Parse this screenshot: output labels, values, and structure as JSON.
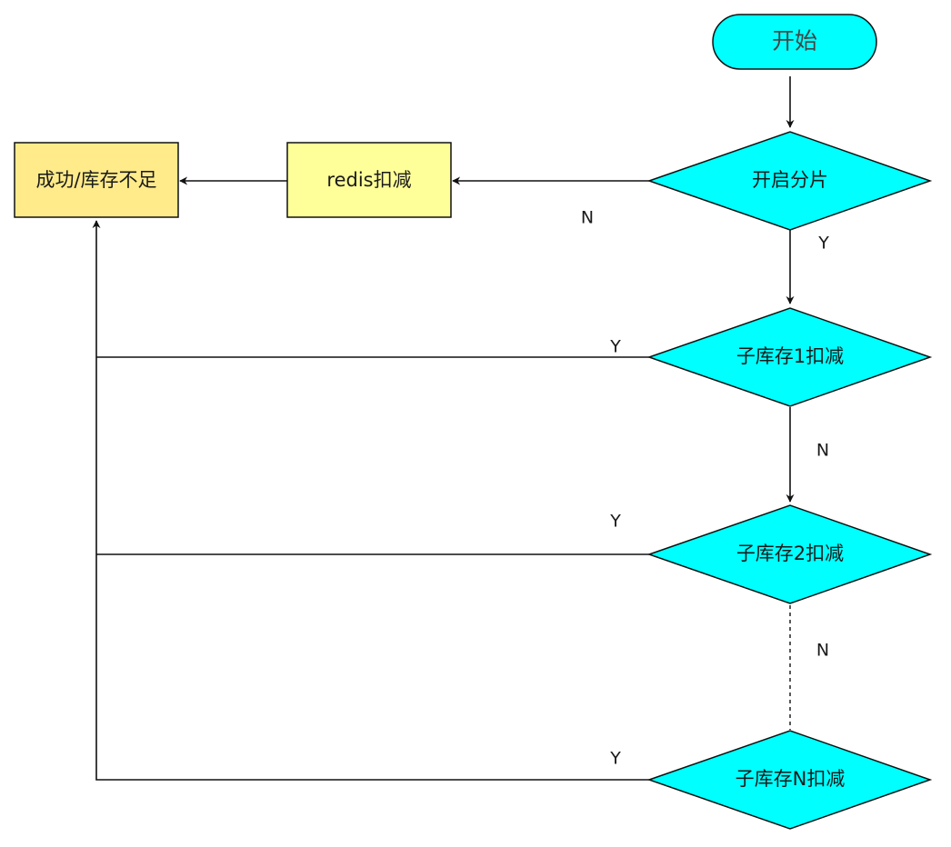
{
  "colors": {
    "decision_fill": "#00ffff",
    "process_fill": "#ffff99",
    "result_fill": "#ffeb8a",
    "stroke": "#111111"
  },
  "nodes": {
    "start": "开始",
    "sharding_enabled": "开启分片",
    "redis_deduct": "redis扣减",
    "result": "成功/库存不足",
    "sub_stock_1": "子库存1扣减",
    "sub_stock_2": "子库存2扣减",
    "sub_stock_n": "子库存N扣减"
  },
  "edges": {
    "sharding_no": "N",
    "sharding_yes": "Y",
    "sub1_yes": "Y",
    "sub1_no": "N",
    "sub2_yes": "Y",
    "sub2_no": "N",
    "subn_yes": "Y"
  }
}
